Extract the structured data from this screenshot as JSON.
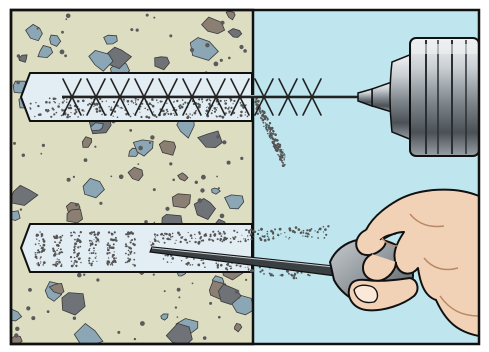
{
  "illustration": {
    "panels": [
      {
        "name": "brush-cleaning",
        "icon": "wire-brush-drill-icon"
      },
      {
        "name": "blow-out-dust",
        "icon": "blower-pump-hand-icon"
      }
    ],
    "material": "concrete-section",
    "colors": {
      "sky": "#bfe6ee",
      "concrete": "#ddddc2",
      "hole": "#e3eef4",
      "outline": "#111111",
      "aggregate_blue": "#8ba6b5",
      "aggregate_brown": "#8b7f73",
      "aggregate_grey": "#6f7277",
      "chuck_light": "#c9cfd3",
      "chuck_dark": "#4a5056",
      "skin": "#f2d2b6",
      "skin_shadow": "#d8a885",
      "bulb": "#8f969b",
      "dust": "#555555"
    }
  }
}
